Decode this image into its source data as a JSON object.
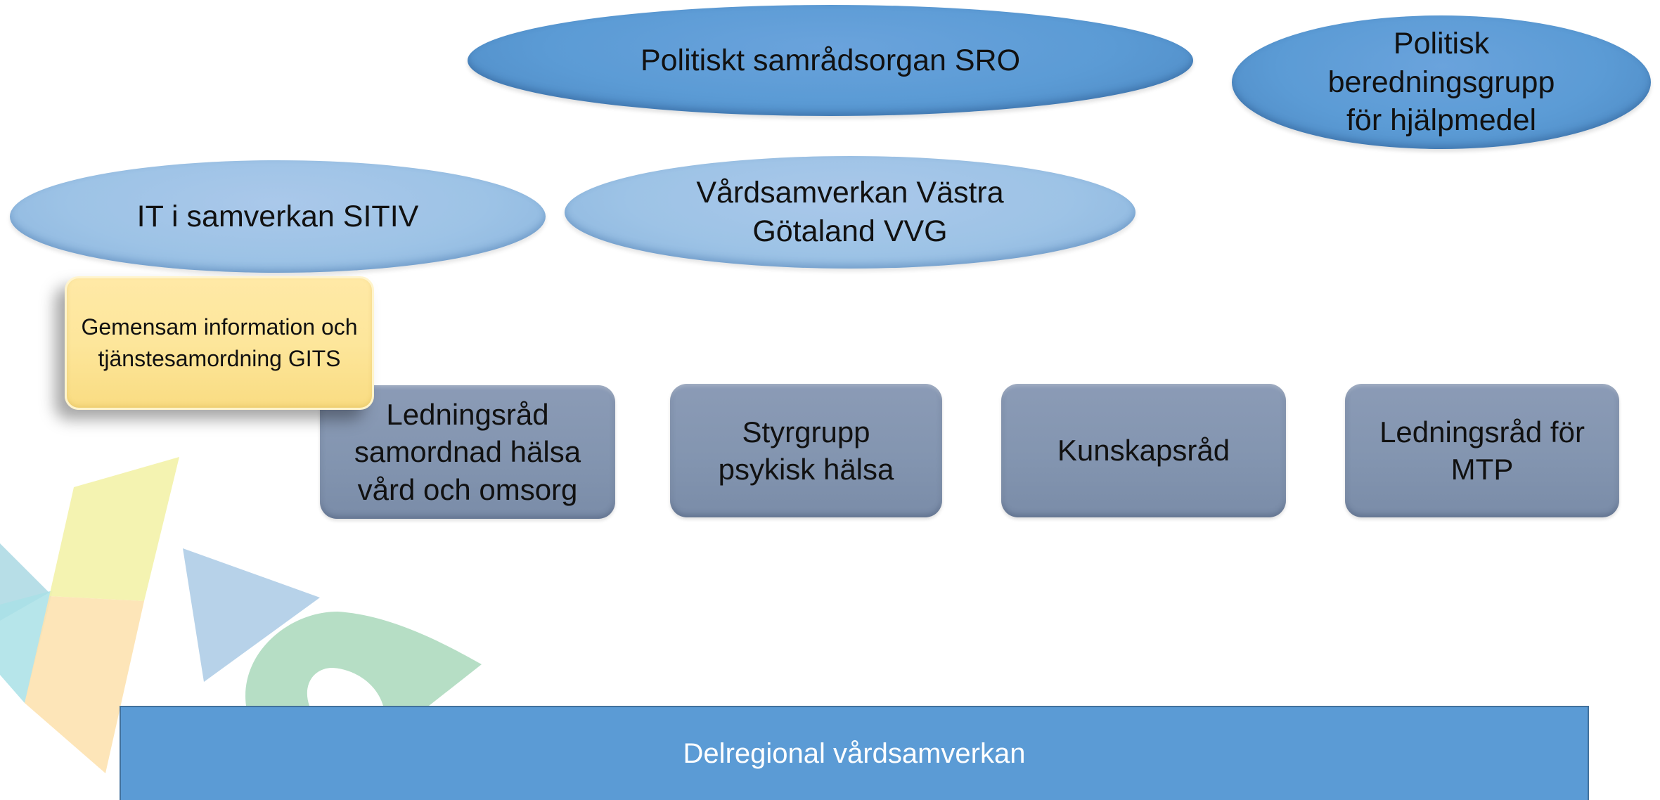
{
  "diagram": {
    "top_bodies": {
      "sro": "Politiskt samrådsorgan SRO",
      "hjalpmedel": "Politisk beredningsgrupp för hjälpmedel"
    },
    "mid_bodies": {
      "sitiv": "IT i samverkan SITIV",
      "vvg": "Vårdsamverkan Västra Götaland VVG"
    },
    "gits": "Gemensam information och tjänstesamordning GITS",
    "councils": [
      "Ledningsråd samordnad hälsa vård och omsorg",
      "Styrgrupp psykisk hälsa",
      "Kunskapsråd",
      "Ledningsråd för MTP"
    ],
    "base": "Delregional vårdsamverkan"
  },
  "colors": {
    "ellipse_dark": "#5b9bd5",
    "ellipse_light": "#9dc3e6",
    "council_box": "#8395b0",
    "gits_box": "#fde69b",
    "base_bar": "#5b9bd5"
  }
}
